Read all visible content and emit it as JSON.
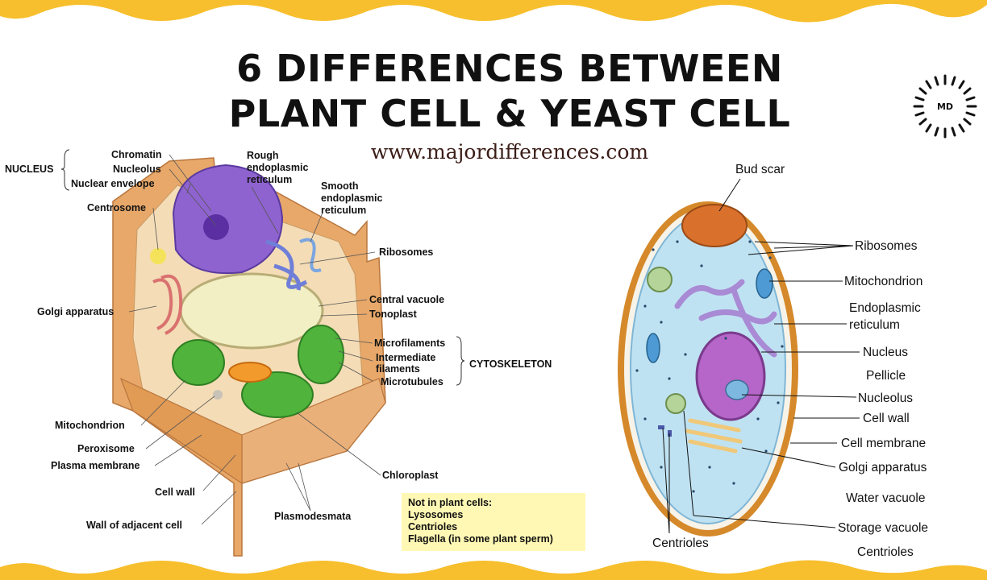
{
  "title": {
    "line1": "6 DIFFERENCES   BETWEEN",
    "line2": "PLANT CELL & YEAST CELL"
  },
  "website": "www.majordifferences.com",
  "logo_text": "MD",
  "colors": {
    "wave": "#f7bf2d",
    "title": "#111111",
    "website": "#3a1d17",
    "note_bg": "#fff8b4"
  },
  "plant_cell": {
    "group_nucleus": "NUCLEUS",
    "group_cytoskeleton": "CYTOSKELETON",
    "labels": {
      "chromatin": "Chromatin",
      "nucleolus": "Nucleolus",
      "nuclear_envelope": "Nuclear envelope",
      "centrosome": "Centrosome",
      "rough_er_1": "Rough",
      "rough_er_2": "endoplasmic",
      "rough_er_3": "reticulum",
      "smooth_er_1": "Smooth",
      "smooth_er_2": "endoplasmic",
      "smooth_er_3": "reticulum",
      "ribosomes": "Ribosomes",
      "golgi": "Golgi apparatus",
      "central_vacuole": "Central vacuole",
      "tonoplast": "Tonoplast",
      "microfilaments": "Microfilaments",
      "intermediate_1": "Intermediate",
      "intermediate_2": "filaments",
      "microtubules": "Microtubules",
      "mitochondrion": "Mitochondrion",
      "peroxisome": "Peroxisome",
      "plasma_membrane": "Plasma membrane",
      "cell_wall": "Cell wall",
      "wall_adjacent": "Wall of adjacent cell",
      "chloroplast": "Chloroplast",
      "plasmodesmata": "Plasmodesmata"
    },
    "note": {
      "heading": "Not in plant cells:",
      "items": [
        "Lysosomes",
        "Centrioles",
        "Flagella (in some plant sperm)"
      ]
    }
  },
  "yeast_cell": {
    "labels": {
      "bud_scar": "Bud scar",
      "ribosomes": "Ribosomes",
      "mitochondrion": "Mitochondrion",
      "er_1": "Endoplasmic",
      "er_2": "reticulum",
      "nucleus": "Nucleus",
      "pellicle": "Pellicle",
      "nucleolus": "Nucleolus",
      "cell_wall": "Cell wall",
      "cell_membrane": "Cell membrane",
      "golgi": "Golgi apparatus",
      "water_vacuole": "Water vacuole",
      "storage_vacuole": "Storage vacuole",
      "centrioles_bottom": "Centrioles",
      "centrioles_right": "Centrioles"
    }
  }
}
